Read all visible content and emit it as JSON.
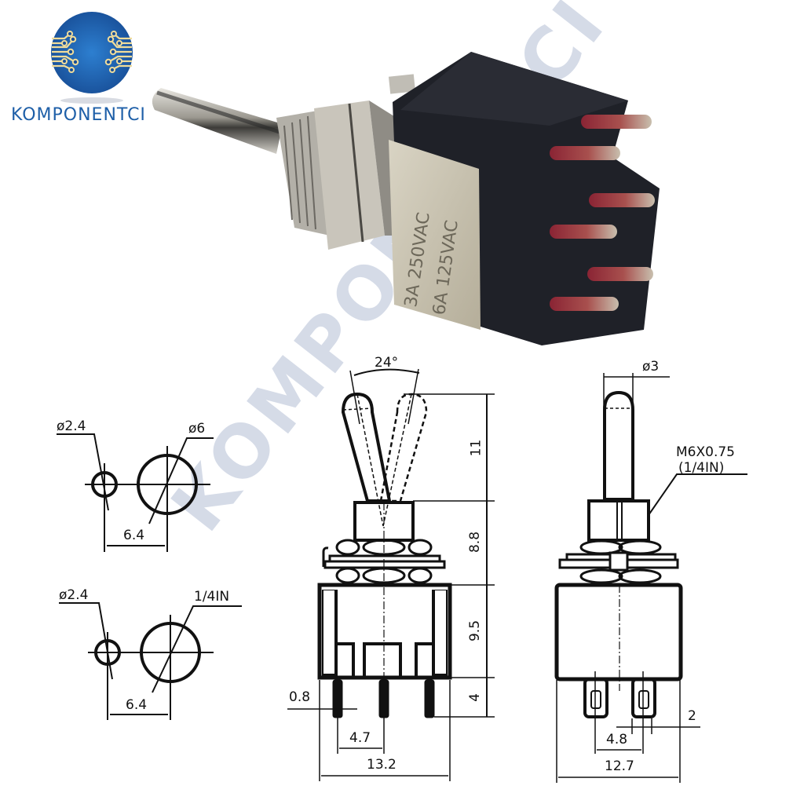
{
  "brand": {
    "name": "KOMPONENTCI",
    "logo_icon": "circuit-globe-icon",
    "colors": {
      "primary": "#1e5fa8",
      "trace": "#f0dc9a"
    }
  },
  "watermark": {
    "text": "KOMPONENTCI"
  },
  "product_photo": {
    "description": "Mini toggle switch DPDT, 6 pins",
    "housing_label_line1": "3A 250VAC",
    "housing_label_line2": "6A 125VAC",
    "colors": {
      "housing": "#1f2128",
      "metal": "#b9b6ae",
      "pins": "#8a2a3a"
    }
  },
  "drawings": {
    "panel_cutout_1": {
      "small_hole": "ø2.4",
      "large_hole": "ø6",
      "spacing": "6.4"
    },
    "panel_cutout_2": {
      "small_hole": "ø2.4",
      "large_hole": "1/4IN",
      "spacing": "6.4"
    },
    "front_view": {
      "angle": "24°",
      "lever_height": "11",
      "bushing_height": "8.8",
      "body_height": "9.5",
      "pin_length": "4",
      "pin_thickness": "0.8",
      "pin_pitch": "4.7",
      "body_width": "13.2"
    },
    "side_view": {
      "lever_diameter": "ø3",
      "thread_line1": "M6X0.75",
      "thread_line2": "(1/4IN)",
      "pin_width": "2",
      "pin_pitch": "4.8",
      "body_width": "12.7"
    }
  }
}
